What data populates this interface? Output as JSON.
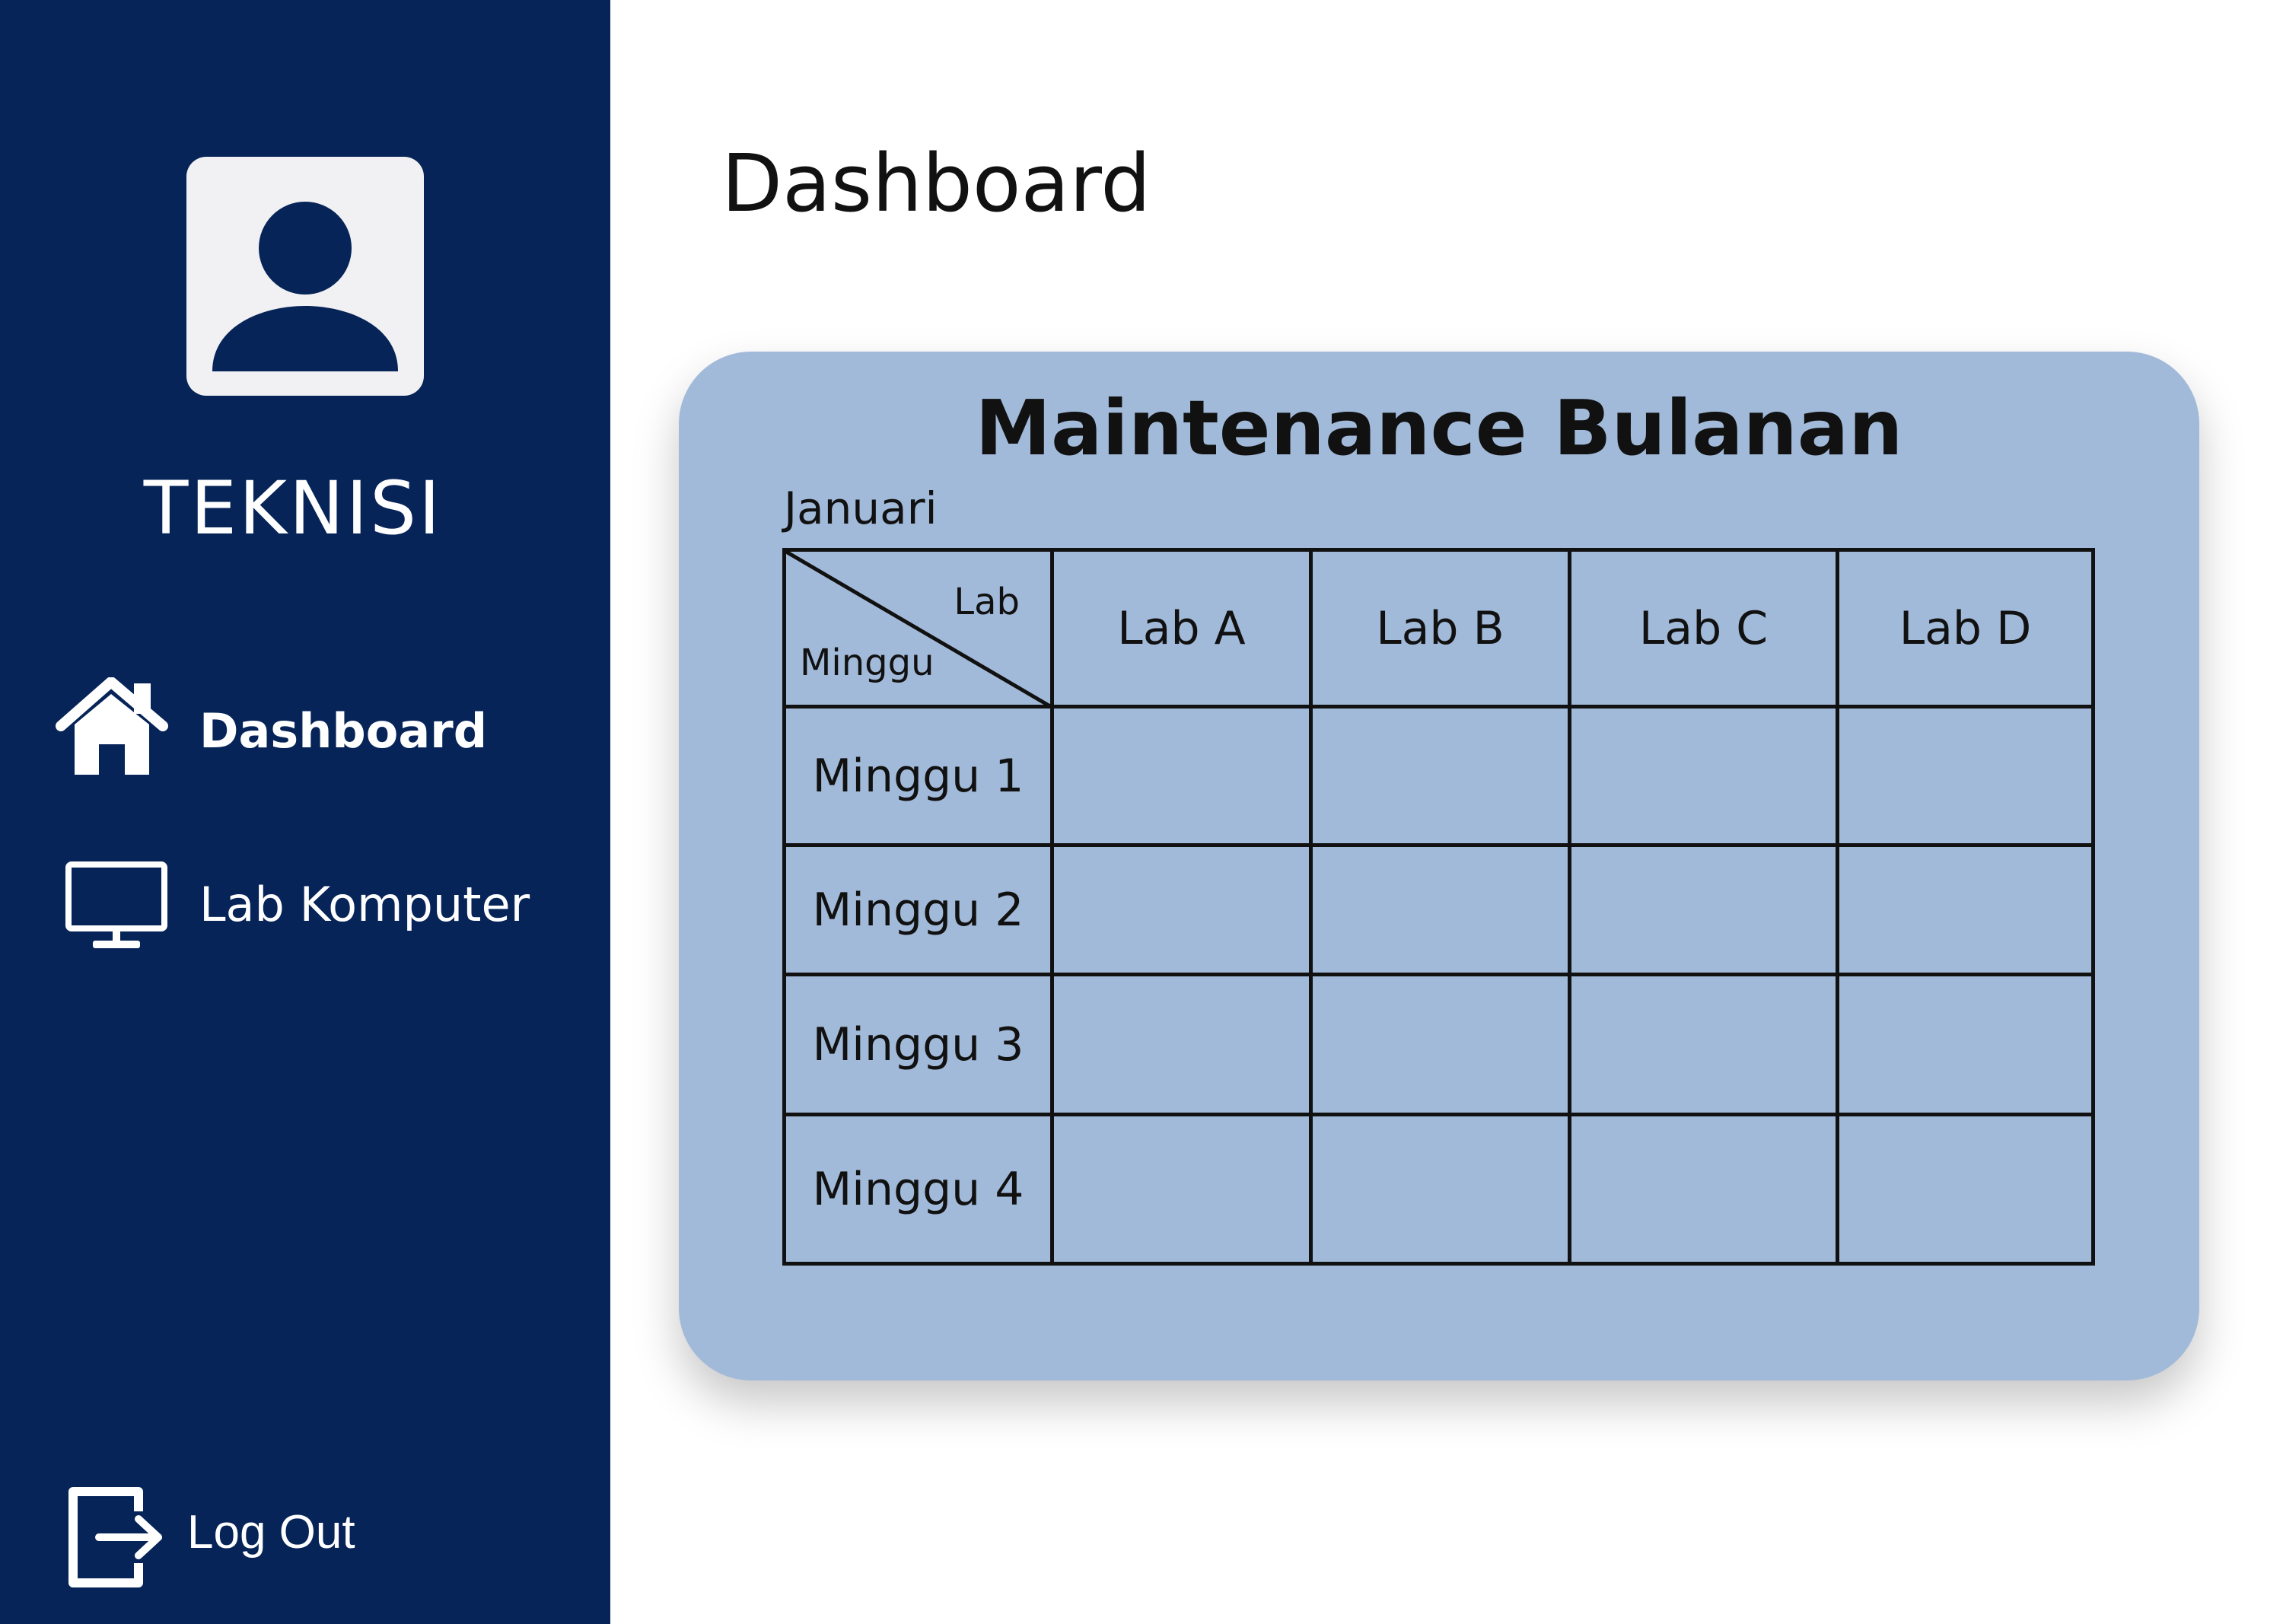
{
  "sidebar": {
    "role_label": "TEKNISI",
    "items": [
      {
        "label": "Dashboard",
        "icon": "home-icon",
        "active": true
      },
      {
        "label": "Lab Komputer",
        "icon": "monitor-icon",
        "active": false
      }
    ],
    "logout_label": "Log Out",
    "colors": {
      "background": "#062458",
      "avatar_bg": "#f1f1f3"
    }
  },
  "main": {
    "page_title": "Dashboard",
    "card": {
      "title": "Maintenance Bulanan",
      "month": "Januari",
      "corner_top": "Lab",
      "corner_bottom": "Minggu",
      "columns": [
        "Lab A",
        "Lab B",
        "Lab C",
        "Lab D"
      ],
      "rows": [
        "Minggu 1",
        "Minggu 2",
        "Minggu 3",
        "Minggu 4"
      ],
      "background": "#a2bad9"
    }
  }
}
